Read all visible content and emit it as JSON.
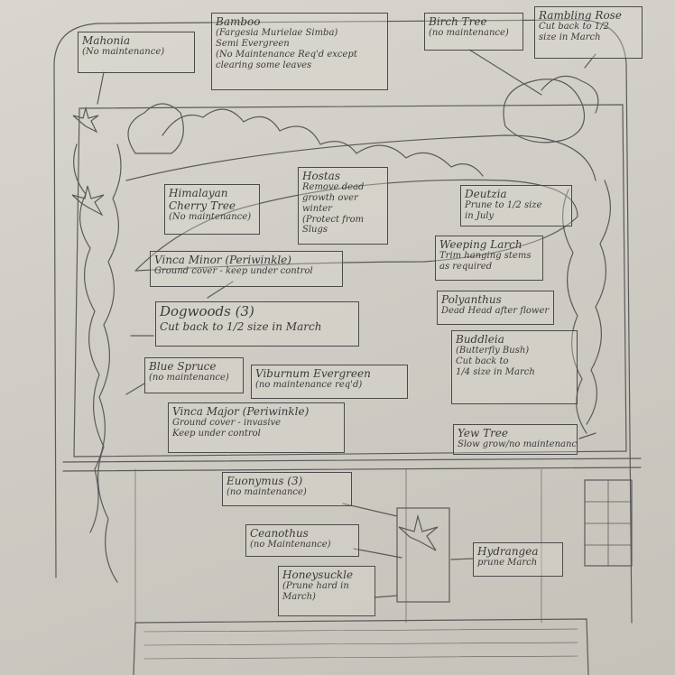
{
  "labels": {
    "mahonia": [
      "Mahonia",
      "(No maintenance)"
    ],
    "bamboo": [
      "Bamboo",
      "(Fargesia Murielae Simba)",
      "Semi Evergreen",
      "(No Maintenance Req'd except",
      "clearing some leaves"
    ],
    "birch": [
      "Birch Tree",
      "(no maintenance)"
    ],
    "rose": [
      "Rambling Rose",
      "Cut back to 1/2",
      "size in March"
    ],
    "cherry": [
      "Himalayan",
      "Cherry Tree",
      "(No maintenance)"
    ],
    "hostas": [
      "Hostas",
      "Remove dead",
      "growth over",
      "winter",
      "(Protect from",
      "Slugs"
    ],
    "deutzia": [
      "Deutzia",
      "Prune to 1/2 size",
      "in July"
    ],
    "vincaminor": [
      "Vinca Minor (Periwinkle)",
      "Ground cover - keep under control"
    ],
    "larch": [
      "Weeping Larch",
      "Trim hanging stems",
      "as required"
    ],
    "polyanthus": [
      "Polyanthus",
      "Dead Head after flower"
    ],
    "dogwoods": [
      "Dogwoods (3)",
      "Cut back to 1/2 size in March"
    ],
    "buddleia": [
      "Buddleia",
      "(Butterfly Bush)",
      "Cut back to",
      "1/4 size in March"
    ],
    "bluespruce": [
      "Blue Spruce",
      "(no maintenance)"
    ],
    "viburnum": [
      "Viburnum Evergreen",
      "(no maintenance req'd)"
    ],
    "vincamajor": [
      "Vinca Major (Periwinkle)",
      "Ground cover - invasive",
      "Keep under control"
    ],
    "yew": [
      "Yew Tree",
      "Slow grow/no maintenance"
    ],
    "euonymus": [
      "Euonymus (3)",
      "(no maintenance)"
    ],
    "ceanothus": [
      "Ceanothus",
      "(no Maintenance)"
    ],
    "hydrangea": [
      "Hydrangea",
      "prune March"
    ],
    "honeysuckle": [
      "Honeysuckle",
      "(Prune hard in",
      "March)"
    ]
  }
}
